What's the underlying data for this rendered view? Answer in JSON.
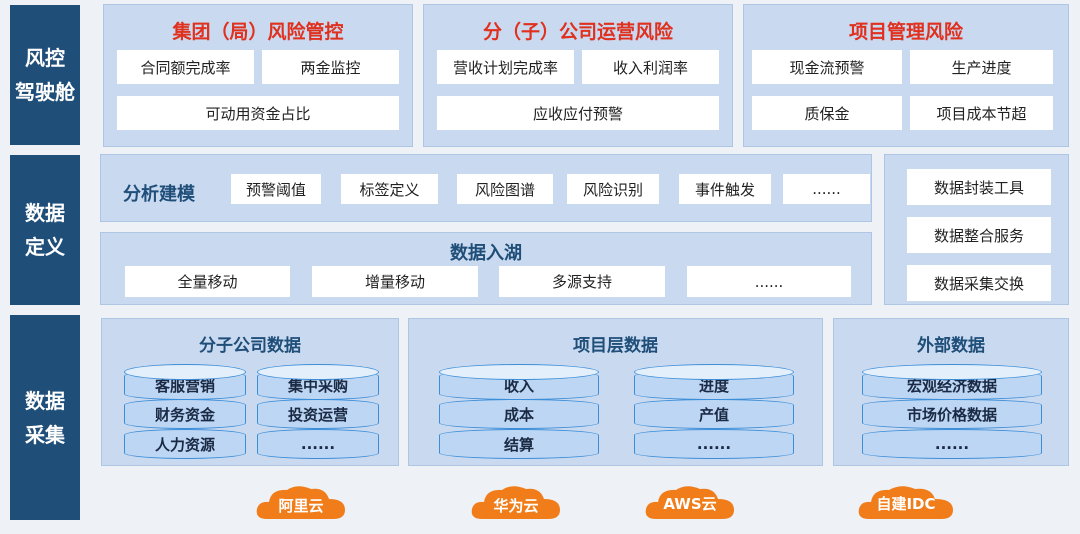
{
  "layers": {
    "cockpit": "风控\n驾驶舱",
    "definition": "数据\n定义",
    "collection": "数据\n采集"
  },
  "cockpit": {
    "group": {
      "title": "集团（局）风险管控",
      "items": [
        "合同额完成率",
        "两金监控",
        "可动用资金占比"
      ]
    },
    "subsidiary": {
      "title": "分（子）公司运营风险",
      "items": [
        "营收计划完成率",
        "收入利润率",
        "应收应付预警"
      ]
    },
    "project": {
      "title": "项目管理风险",
      "items": [
        "现金流预警",
        "生产进度",
        "质保金",
        "项目成本节超"
      ]
    }
  },
  "definition": {
    "modeling": {
      "title": "分析建模",
      "items": [
        "预警阈值",
        "标签定义",
        "风险图谱",
        "风险识别",
        "事件触发",
        "......"
      ]
    },
    "lake": {
      "title": "数据入湖",
      "items": [
        "全量移动",
        "增量移动",
        "多源支持",
        "......"
      ]
    },
    "tools": [
      "数据封装工具",
      "数据整合服务",
      "数据采集交换"
    ]
  },
  "collection": {
    "subsidiary": {
      "title": "分子公司数据",
      "col1": [
        "客服营销",
        "财务资金",
        "人力资源"
      ],
      "col2": [
        "集中采购",
        "投资运营",
        "......"
      ]
    },
    "project": {
      "title": "项目层数据",
      "col1": [
        "收入",
        "成本",
        "结算"
      ],
      "col2": [
        "进度",
        "产值",
        "......"
      ]
    },
    "external": {
      "title": "外部数据",
      "col1": [
        "宏观经济数据",
        "市场价格数据",
        "......"
      ]
    }
  },
  "clouds": [
    "阿里云",
    "华为云",
    "AWS云",
    "自建IDC"
  ],
  "colors": {
    "sidebar": "#1f4e79",
    "panel": "#c9d9ef",
    "title_red": "#e0301e",
    "cloud": "#f07d1a"
  }
}
